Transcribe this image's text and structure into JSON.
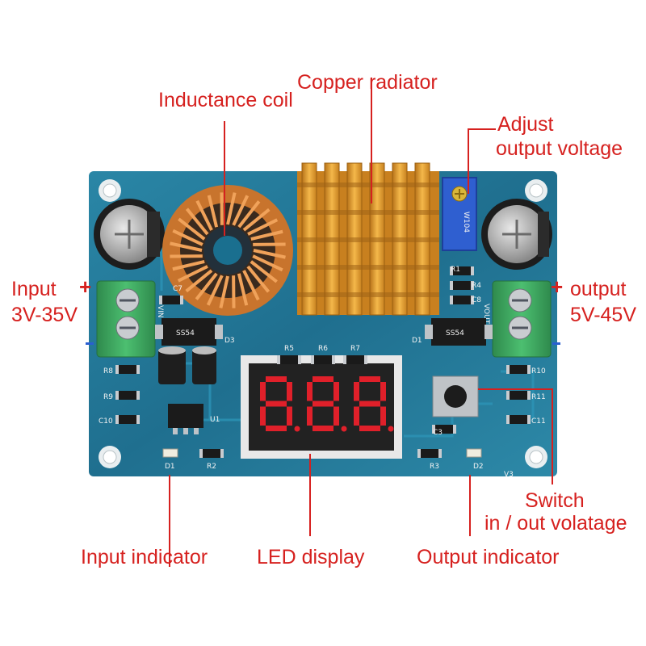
{
  "labels": {
    "inductance_coil": "Inductance coil",
    "copper_radiator": "Copper radiator",
    "adjust_line1": "Adjust",
    "adjust_line2": "output voltage",
    "input_sign": "+",
    "input_line1": "Input",
    "input_line2": "3V-35V",
    "output_sign": "+",
    "output_line1": "output",
    "output_line2": "5V-45V",
    "switch_line1": "Switch",
    "switch_line2": "in / out volatage",
    "input_indicator": "Input indicator",
    "led_display": "LED display",
    "output_indicator": "Output indicator"
  },
  "board": {
    "silk": {
      "r1": "R1",
      "r4": "R4",
      "c8": "C8",
      "c7": "C7",
      "r5": "R5",
      "r6": "R6",
      "r7": "R7",
      "r8": "R8",
      "r9": "R9",
      "c10": "C10",
      "r10": "R10",
      "r11": "R11",
      "c11": "C11",
      "d1": "D1",
      "d2": "D2",
      "d3": "D3",
      "u1": "U1",
      "r2": "R2",
      "r3": "R3",
      "c3": "C3",
      "v3": "V3",
      "vin": "VIN",
      "vout": "VOUT",
      "pot_code": "W104",
      "ss54": "SS54"
    },
    "display_digits": "8.8.8."
  },
  "colors": {
    "label": "#d6211f",
    "pcb": "#1f6f8f",
    "terminal": "#3aa15c",
    "heatsink": "#e8a12a",
    "copper": "#c8742d",
    "segment": "#e0202a"
  }
}
